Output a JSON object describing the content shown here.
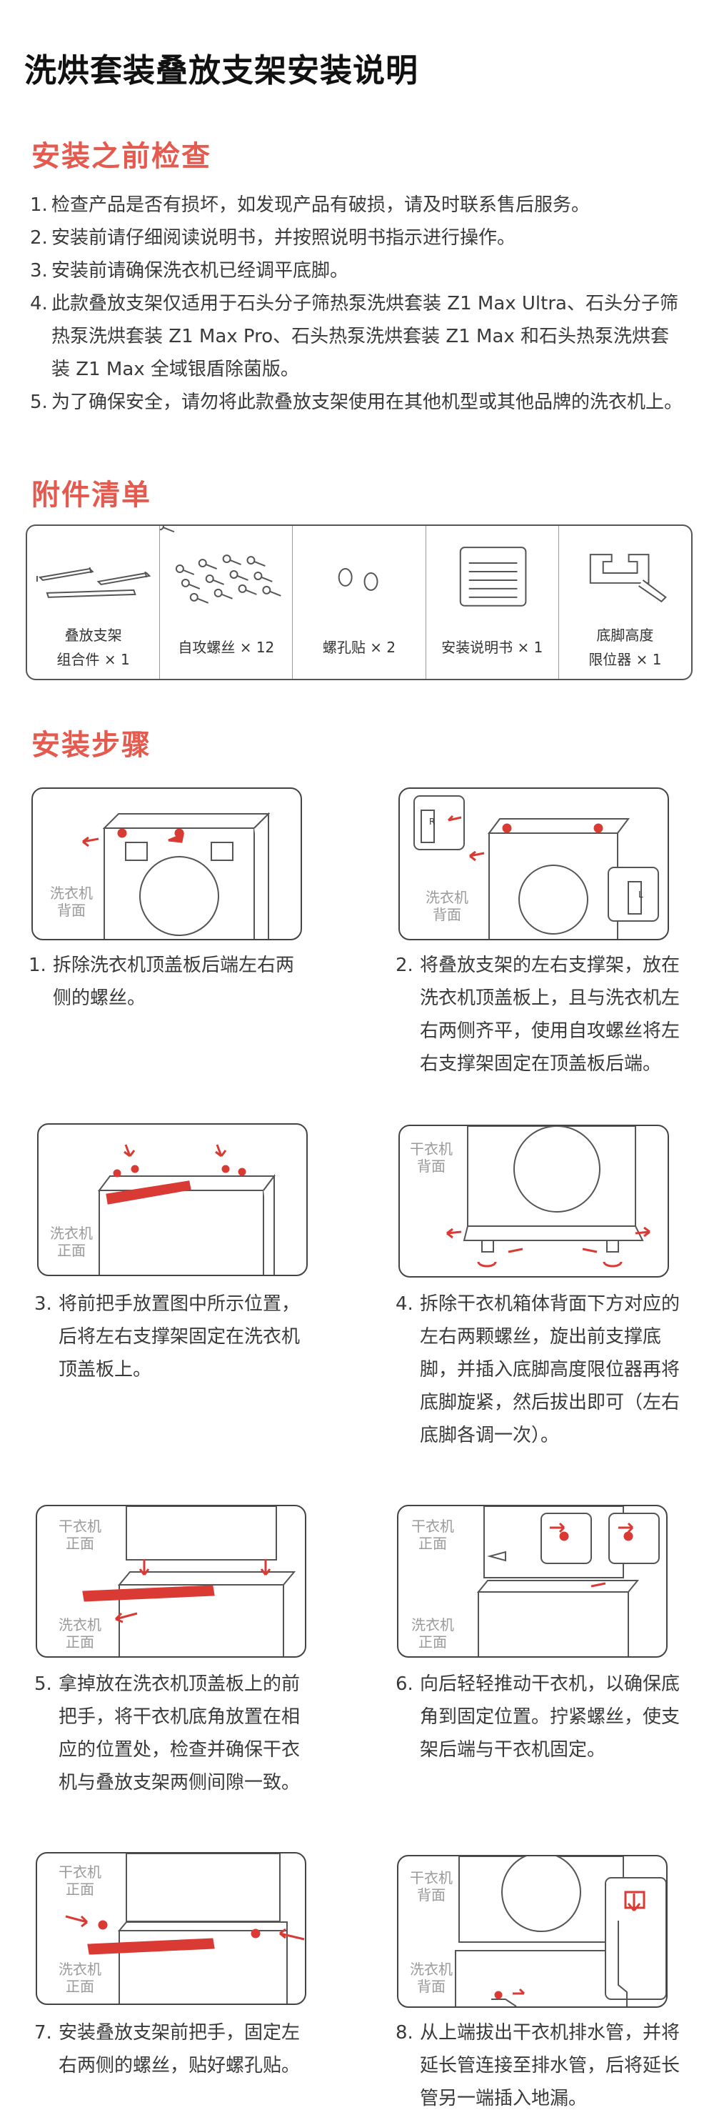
{
  "title": "洗烘套装叠放支架安装说明",
  "sections": {
    "before": "安装之前检查",
    "accessories": "附件清单",
    "steps": "安装步骤"
  },
  "notes": [
    {
      "num": "1.",
      "text": "检查产品是否有损坏，如发现产品有破损，请及时联系售后服务。"
    },
    {
      "num": "2.",
      "text": "安装前请仔细阅读说明书，并按照说明书指示进行操作。"
    },
    {
      "num": "3.",
      "text": "安装前请确保洗衣机已经调平底脚。"
    },
    {
      "num": "4.",
      "text": "此款叠放支架仅适用于石头分子筛热泵洗烘套装 Z1 Max Ultra、石头分子筛热泵洗烘套装 Z1 Max Pro、石头热泵洗烘套装 Z1 Max 和石头热泵洗烘套装 Z1 Max 全域银盾除菌版。"
    },
    {
      "num": "5.",
      "text": "为了确保安全，请勿将此款叠放支架使用在其他机型或其他品牌的洗衣机上。"
    }
  ],
  "accessories": [
    {
      "icon": "support-frame-icon",
      "line1": "叠放支架",
      "line2": "组合件 × 1"
    },
    {
      "icon": "screws-icon",
      "line1": "自攻螺丝 × 12",
      "line2": ""
    },
    {
      "icon": "hole-stickers-icon",
      "line1": "螺孔贴 × 2",
      "line2": ""
    },
    {
      "icon": "manual-icon",
      "line1": "安装说明书 × 1",
      "line2": ""
    },
    {
      "icon": "foot-limiter-icon",
      "line1": "底脚高度",
      "line2": "限位器 × 1"
    }
  ],
  "figure_labels": {
    "washer_back": [
      "洗衣机",
      "背面"
    ],
    "washer_front": [
      "洗衣机",
      "正面"
    ],
    "dryer_back": [
      "干衣机",
      "背面"
    ],
    "dryer_front": [
      "干衣机",
      "正面"
    ],
    "left_tag": "L",
    "right_tag": "R"
  },
  "steps": [
    {
      "num": "1.",
      "text": "拆除洗衣机顶盖板后端左右两侧的螺丝。"
    },
    {
      "num": "2.",
      "text": "将叠放支架的左右支撑架，放在洗衣机顶盖板上，且与洗衣机左右两侧齐平，使用自攻螺丝将左右支撑架固定在顶盖板后端。"
    },
    {
      "num": "3.",
      "text": "将前把手放置图中所示位置，后将左右支撑架固定在洗衣机顶盖板上。"
    },
    {
      "num": "4.",
      "text": "拆除干衣机箱体背面下方对应的左右两颗螺丝，旋出前支撑底脚，并插入底脚高度限位器再将底脚旋紧，然后拔出即可（左右底脚各调一次）。"
    },
    {
      "num": "5.",
      "text": "拿掉放在洗衣机顶盖板上的前把手，将干衣机底角放置在相应的位置处，检查并确保干衣机与叠放支架两侧间隙一致。"
    },
    {
      "num": "6.",
      "text": "向后轻轻推动干衣机，以确保底角到固定位置。拧紧螺丝，使支架后端与干衣机固定。"
    },
    {
      "num": "7.",
      "text": "安装叠放支架前把手，固定左右两侧的螺丝，贴好螺孔贴。"
    },
    {
      "num": "8.",
      "text": "从上端拔出干衣机排水管，并将延长管连接至排水管，后将延长管另一端插入地漏。"
    }
  ],
  "colors": {
    "accent": "#e55a4e",
    "line": "#444444"
  }
}
